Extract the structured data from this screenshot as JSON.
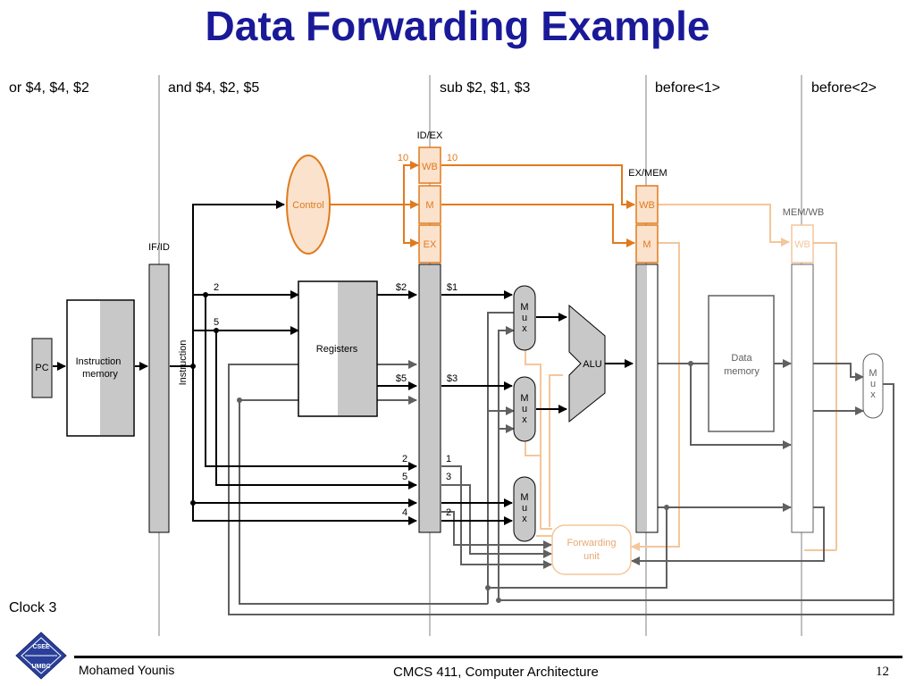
{
  "slide": {
    "title": "Data Forwarding Example",
    "author": "Mohamed Younis",
    "course": "CMCS 411, Computer Architecture",
    "page": "12",
    "clock": "Clock 3"
  },
  "stages": {
    "if": "or $4, $4, $2",
    "id": "and $4, $2, $5",
    "ex": "sub $2, $1, $3",
    "mem": "before<1>",
    "wb": "before<2>"
  },
  "pipeline_registers": {
    "if_id": "IF/ID",
    "id_ex": "ID/EX",
    "ex_mem": "EX/MEM",
    "mem_wb": "MEM/WB"
  },
  "fields": {
    "wb": "WB",
    "m": "M",
    "ex": "EX"
  },
  "units": {
    "pc": "PC",
    "instruction_memory": [
      "Instruction",
      "memory"
    ],
    "instruction": "Instruction",
    "control": "Control",
    "registers": "Registers",
    "alu": "ALU",
    "data_memory": [
      "Data",
      "memory"
    ],
    "mux": [
      "M",
      "u",
      "x"
    ],
    "forwarding_unit": [
      "Forwarding",
      "unit"
    ]
  },
  "signals": {
    "ctrl_in": "10",
    "ctrl_out": "10",
    "if_rs": "2",
    "if_rt": "5",
    "reg_out1": "$2",
    "reg_out2": "$5",
    "ex_op1": "$1",
    "ex_op2": "$3",
    "idex_rs_in": "2",
    "idex_rt_in": "5",
    "idex_rd_in": "4",
    "idex_rs_out": "1",
    "idex_rt_out": "3",
    "idex_rd_out": "2"
  },
  "colors": {
    "title": "#1a1a99",
    "active": "#e07a1e",
    "active_fill": "#fbe2cc",
    "faded": "#f4c69a",
    "wire": "#606060",
    "register_fill": "#c8c8c8"
  },
  "logo": {
    "top": "CSEE",
    "bottom": "UMBC"
  }
}
